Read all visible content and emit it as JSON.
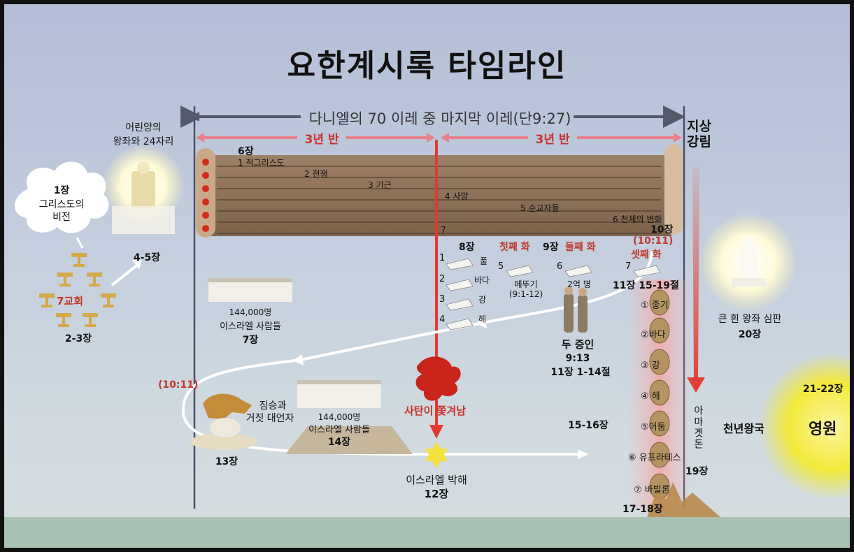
{
  "title": "요한계시록 타임라인",
  "week_label": "다니엘의 70 이레 중 마지막 이레(단9:27)",
  "half_left": "3년 반",
  "half_right": "3년 반",
  "second_coming": [
    "지상",
    "강림"
  ],
  "ch1": {
    "chapter": "1장",
    "line1": "그리스도의",
    "line2": "비전"
  },
  "churches": {
    "label": "7교회",
    "chapter": "2-3장"
  },
  "throne": {
    "line1": "어린양의",
    "line2": "왕좌와 24자리",
    "chapter": "4-5장"
  },
  "seals": {
    "chapter": "6장",
    "items": [
      "1 적그리스도",
      "2 전쟁",
      "3 기근",
      "4 사망",
      "5 순교자들",
      "6 천체의 변화",
      "7"
    ]
  },
  "ch10": "10장",
  "ref1011": "(10:11)",
  "sealed": {
    "count": "144,000명",
    "people": "이스라엘 사람들",
    "chapter": "7장"
  },
  "trumpets": {
    "ch8": "8장",
    "ch9": "9장",
    "woe1": "첫째 화",
    "woe2": "둘째 화",
    "woe3": "셋째 화",
    "t1": "1",
    "t1_label": "풀",
    "t2": "2",
    "t2_label": "바다",
    "t3": "3",
    "t3_label": "강",
    "t4": "4",
    "t4_label": "해",
    "t5": "5",
    "t5_label": "메뚜기",
    "t5_ref": "(9:1-12)",
    "t6": "6",
    "t6_label": "2억 명",
    "t7": "7"
  },
  "ch11_15": "11장 15-19절",
  "witnesses": {
    "label": "두 증인",
    "ref": "9:13",
    "chapter": "11장 1-14절"
  },
  "beasts": {
    "line1": "짐승과",
    "line2": "거짓 대언자",
    "chapter": "13장"
  },
  "lamb_crowd": {
    "count": "144,000명",
    "people": "이스라엘 사람들",
    "chapter": "14장"
  },
  "satan": "사탄이 쫓겨남",
  "israel": {
    "label": "이스라엘 박해",
    "chapter": "12장"
  },
  "ch15_16": "15-16장",
  "bowls": [
    "① 종기",
    "②바다",
    "③ 강",
    "④ 해",
    "⑤어둠",
    "⑥ 유프라테스",
    "⑦ 바빌론"
  ],
  "armageddon": "아마겟돈",
  "ch19": "19장",
  "ch17_18": "17-18장",
  "white_throne": {
    "label": "큰 흰 왕좌 심판",
    "chapter": "20장"
  },
  "millennium": "천년왕국",
  "eternity": {
    "chapter": "21-22장",
    "label": "영원"
  },
  "colors": {
    "red_arrow": "#e23a2e",
    "red_text": "#b52a2a",
    "scroll": "#8a6e55",
    "sun": "#f3ea3a",
    "sky": "#c4cede"
  }
}
